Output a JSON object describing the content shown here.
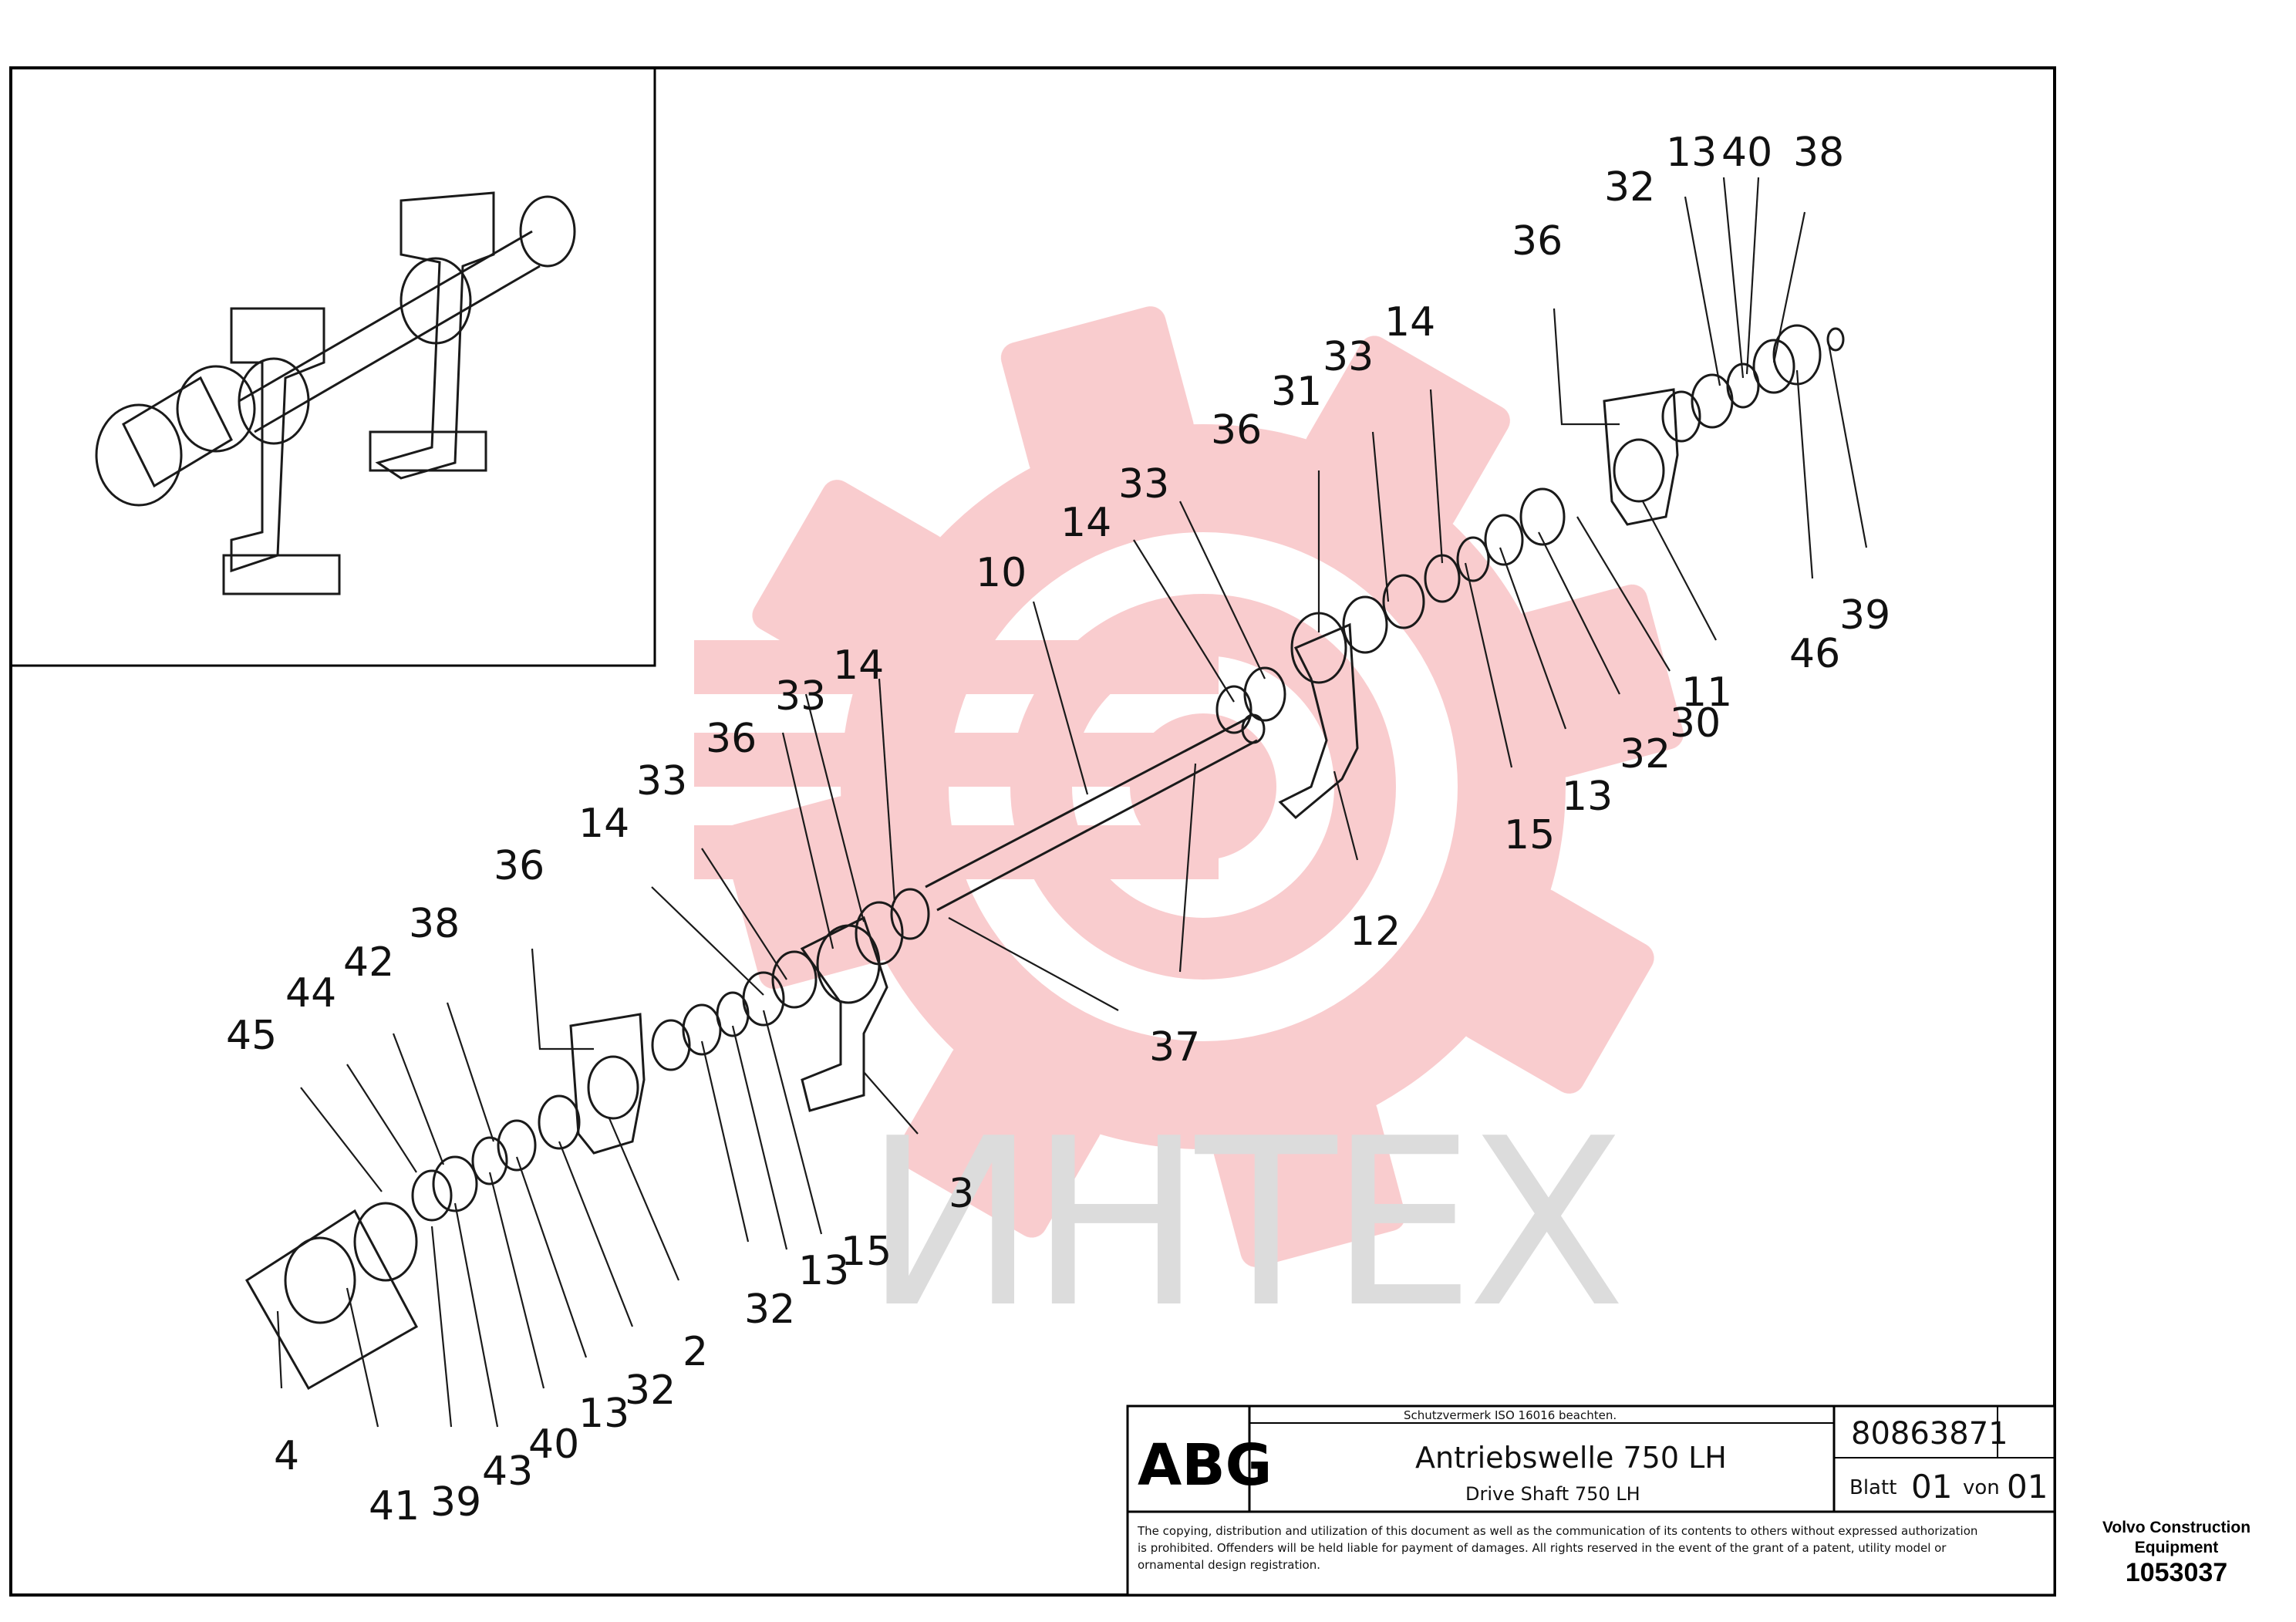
{
  "callouts": [
    {
      "label": "13"
    },
    {
      "label": "40"
    },
    {
      "label": "38"
    },
    {
      "label": "32"
    },
    {
      "label": "36"
    },
    {
      "label": "14"
    },
    {
      "label": "33"
    },
    {
      "label": "31"
    },
    {
      "label": "36"
    },
    {
      "label": "33"
    },
    {
      "label": "14"
    },
    {
      "label": "10"
    },
    {
      "label": "14"
    },
    {
      "label": "33"
    },
    {
      "label": "36"
    },
    {
      "label": "33"
    },
    {
      "label": "14"
    },
    {
      "label": "36"
    },
    {
      "label": "38"
    },
    {
      "label": "42"
    },
    {
      "label": "44"
    },
    {
      "label": "45"
    },
    {
      "label": "39"
    },
    {
      "label": "46"
    },
    {
      "label": "11"
    },
    {
      "label": "30"
    },
    {
      "label": "32"
    },
    {
      "label": "13"
    },
    {
      "label": "15"
    },
    {
      "label": "12"
    },
    {
      "label": "37"
    },
    {
      "label": "3"
    },
    {
      "label": "15"
    },
    {
      "label": "13"
    },
    {
      "label": "32"
    },
    {
      "label": "2"
    },
    {
      "label": "32"
    },
    {
      "label": "13"
    },
    {
      "label": "40"
    },
    {
      "label": "43"
    },
    {
      "label": "39"
    },
    {
      "label": "41"
    },
    {
      "label": "4"
    }
  ],
  "watermark": {
    "text": "ИНТЕХ",
    "gear_color": "#f4a3a7"
  },
  "title_block": {
    "logo": "ABG",
    "trademark_note": "Schutzvermerk ISO 16016 beachten.",
    "title_de": "Antriebswelle 750 LH",
    "title_en": "Drive Shaft 750 LH",
    "drawing_number": "80863871",
    "sheet_label": "Blatt",
    "sheet_value": "01",
    "of_label": "von",
    "of_value": "01",
    "legal_line1": "The copying, distribution and utilization of this document as well as the communication of its contents to others without expressed authorization",
    "legal_line2": "is prohibited. Offenders will be held liable for payment of damages. All rights reserved in the event of the grant of a patent, utility model or",
    "legal_line3": "ornamental design registration."
  },
  "side_label": {
    "manufacturer": "Volvo Construction Equipment",
    "number": "1053037"
  }
}
